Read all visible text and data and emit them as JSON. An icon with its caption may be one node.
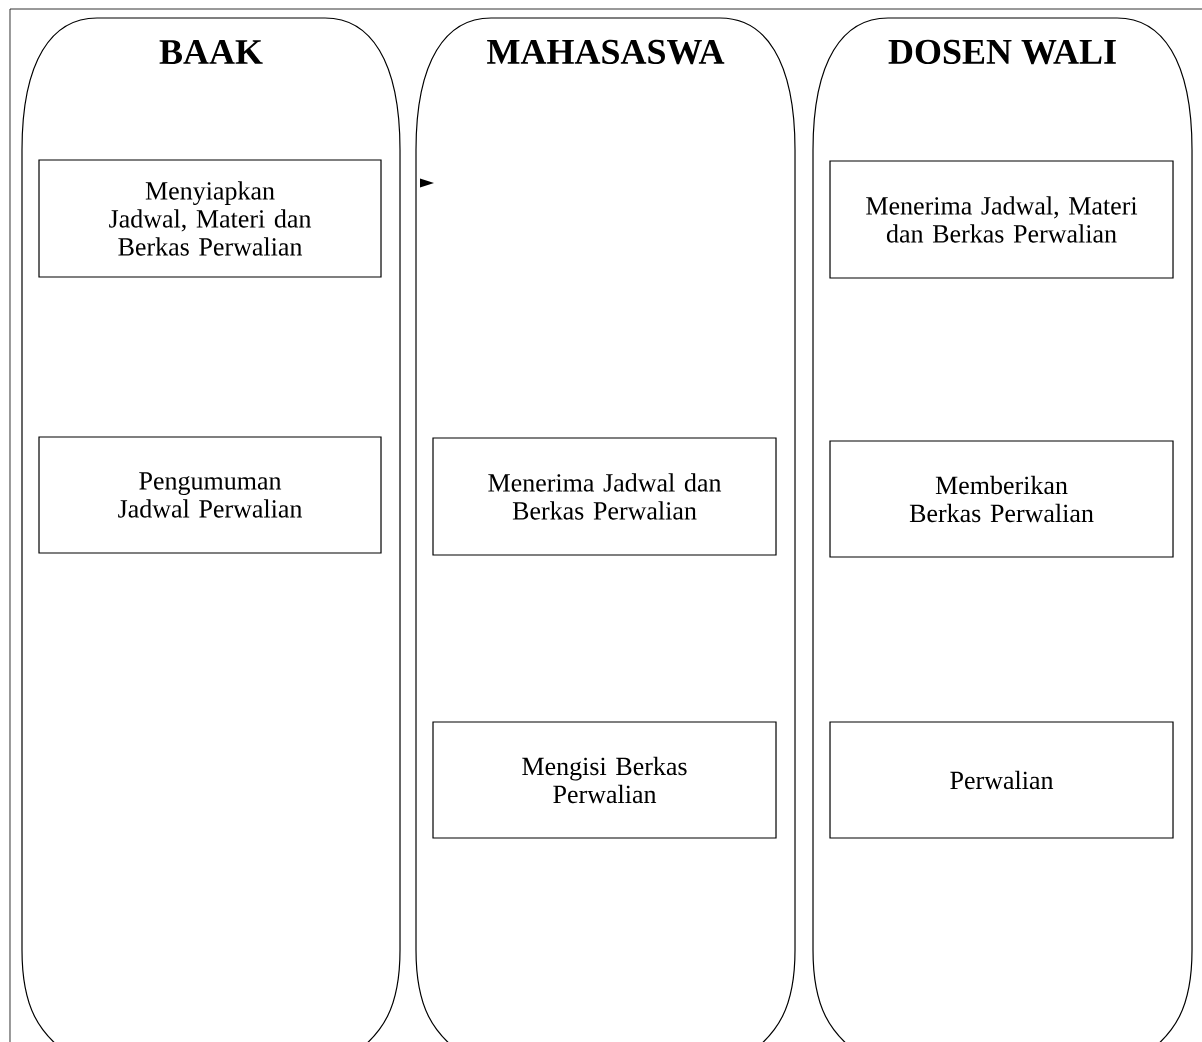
{
  "diagram": {
    "nodes": [
      {
        "text": [
          "BAAK"
        ]
      },
      {
        "text": [
          "Menyiapkan Jadwal, Materi dan Berkas Perwalian"
        ],
        "in": 0
      },
      {
        "text": [
          "Pengumuman Jadwal Perwalian"
        ],
        "in": 0
      },
      {
        "text": [
          "MAHASASWA"
        ]
      },
      {
        "text": [
          "Menerima Jadwal dan Berkas Perwalian"
        ],
        "in": 3
      },
      {
        "text": [
          "Mengisi Berkas Perwalian"
        ],
        "in": 3
      },
      {
        "text": [
          "DOSEN WALI"
        ]
      },
      {
        "text": [
          "Menerima Jadwal, Materi dan Berkas Perwalian"
        ],
        "in": 6
      },
      {
        "text": [
          "Memberikan Berkas Perwalian"
        ],
        "in": 6
      },
      {
        "text": [
          "Perwalian"
        ],
        "in": 6
      }
    ]
  }
}
